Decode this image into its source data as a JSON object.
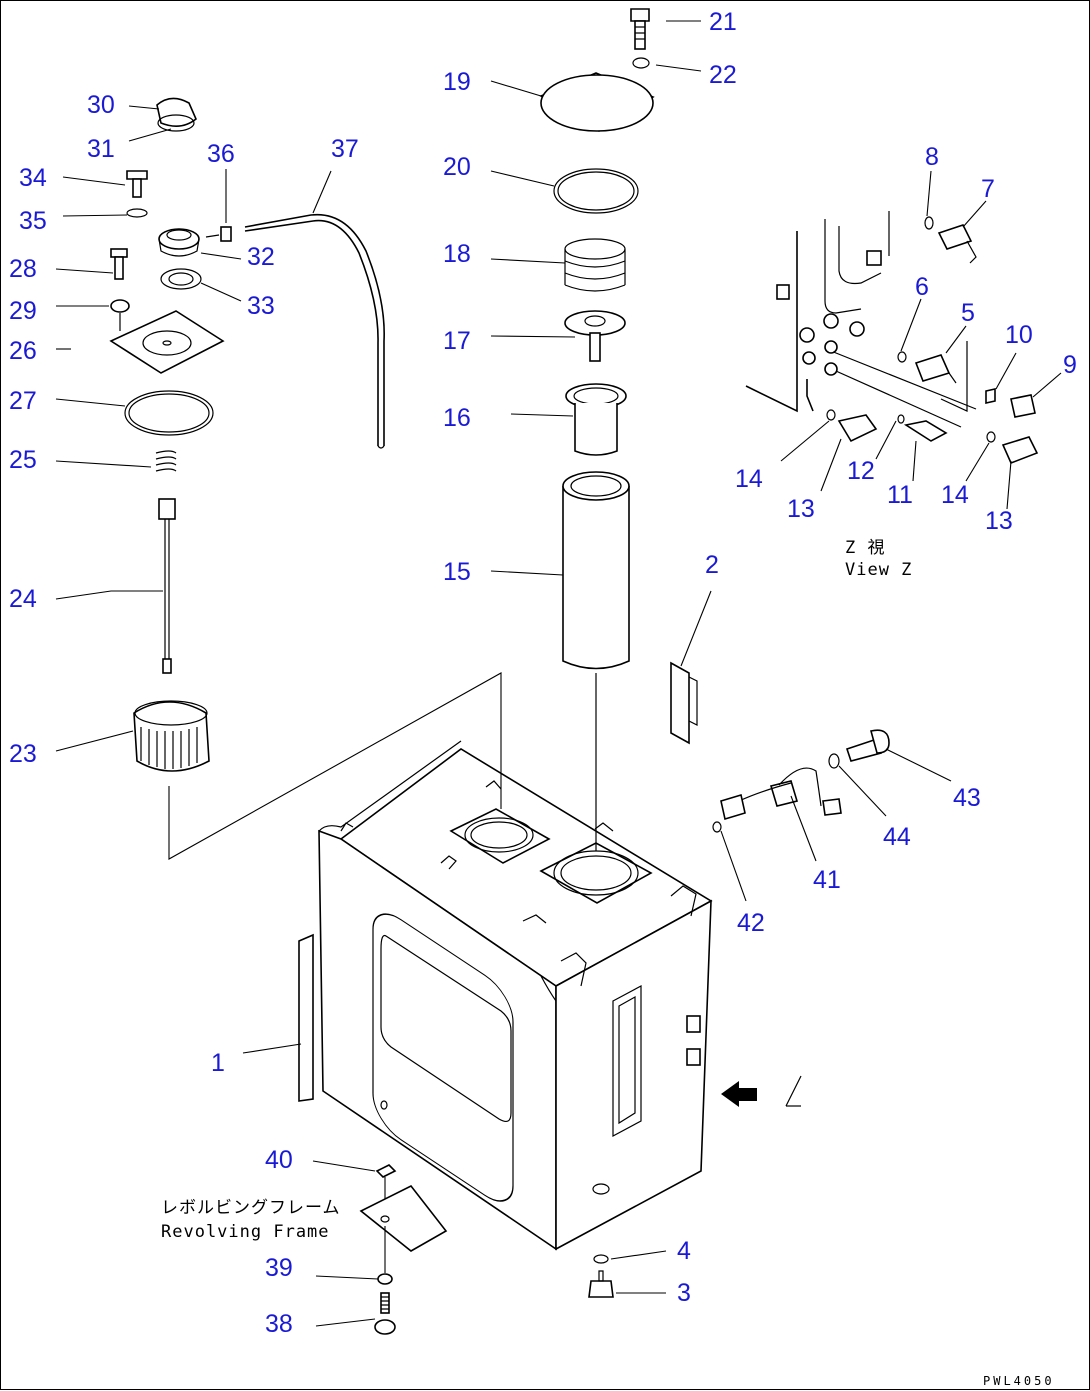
{
  "labels": {
    "n1": "1",
    "n2": "2",
    "n3": "3",
    "n4": "4",
    "n5": "5",
    "n6": "6",
    "n7": "7",
    "n8": "8",
    "n9": "9",
    "n10": "10",
    "n11": "11",
    "n12": "12",
    "n13": "13",
    "n14": "14",
    "n15": "15",
    "n16": "16",
    "n17": "17",
    "n18": "18",
    "n19": "19",
    "n20": "20",
    "n21": "21",
    "n22": "22",
    "n23": "23",
    "n24": "24",
    "n25": "25",
    "n26": "26",
    "n27": "27",
    "n28": "28",
    "n29": "29",
    "n30": "30",
    "n31": "31",
    "n32": "32",
    "n33": "33",
    "n34": "34",
    "n35": "35",
    "n36": "36",
    "n37": "37",
    "n38": "38",
    "n39": "39",
    "n40": "40",
    "n41": "41",
    "n42": "42",
    "n43": "43",
    "n44": "44"
  },
  "view_z": {
    "jp": "Z 視",
    "en": "View Z"
  },
  "frame": {
    "jp": "レボルビングフレーム",
    "en": "Revolving Frame"
  },
  "drawing_code": "PWL4050",
  "colors": {
    "label": "#1a1ad6",
    "line": "#000000"
  }
}
